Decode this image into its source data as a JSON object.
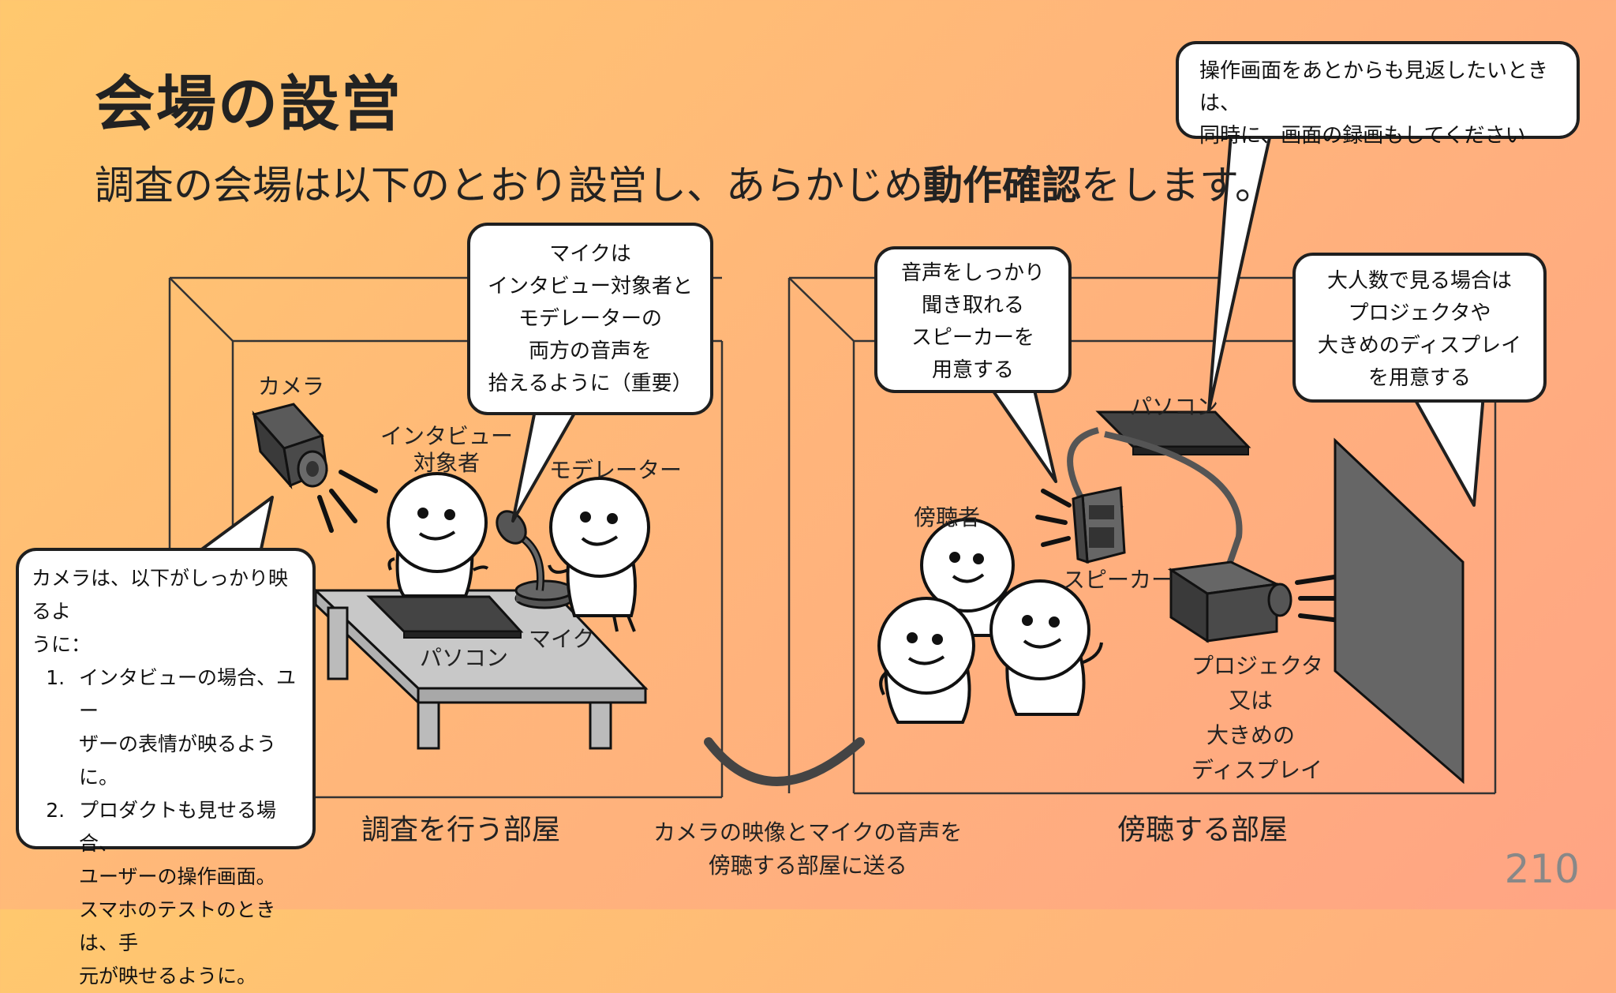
{
  "slide": {
    "title": "会場の設営",
    "subtitle_pre": "調査の会場は以下のとおり設営し、あらかじめ",
    "subtitle_bold": "動作確認",
    "subtitle_post": "をします。",
    "page_number": "210"
  },
  "left_room": {
    "label": "調査を行う部屋",
    "camera_label": "カメラ",
    "interviewee_label": [
      "インタビュー",
      "対象者"
    ],
    "moderator_label": "モデレーター",
    "pc_label": "パソコン",
    "mic_label": "マイク",
    "mic_bubble": [
      "マイクは",
      "インタビュー対象者と",
      "モデレーターの",
      "両方の音声を",
      "拾えるように（重要）"
    ],
    "camera_bubble": {
      "intro": [
        "カメラは、以下がしっかり映るよ",
        "うに："
      ],
      "items": [
        [
          "インタビューの場合、ユー",
          "ザーの表情が映るように。"
        ],
        [
          "プロダクトも見せる場合、",
          "ユーザーの操作画面。",
          "スマホのテストのときは、手",
          "元が映せるように。"
        ]
      ]
    }
  },
  "cable_caption": [
    "カメラの映像とマイクの音声を",
    "傍聴する部屋に送る"
  ],
  "right_room": {
    "label": "傍聴する部屋",
    "observers_label": "傍聴者",
    "speaker_label": "スピーカー",
    "pc_label": "パソコン",
    "projector_label": [
      "プロジェクタ",
      "又は",
      "大きめの",
      "ディスプレイ"
    ],
    "speaker_bubble": [
      "音声をしっかり",
      "聞き取れる",
      "スピーカーを",
      "用意する"
    ],
    "recording_bubble": [
      "操作画面をあとからも見返したいときは、",
      "同時に、画面の録画もしてください"
    ],
    "display_bubble": [
      "大人数で見る場合は",
      "プロジェクタや",
      "大きめのディスプレイ",
      "を用意する"
    ]
  }
}
